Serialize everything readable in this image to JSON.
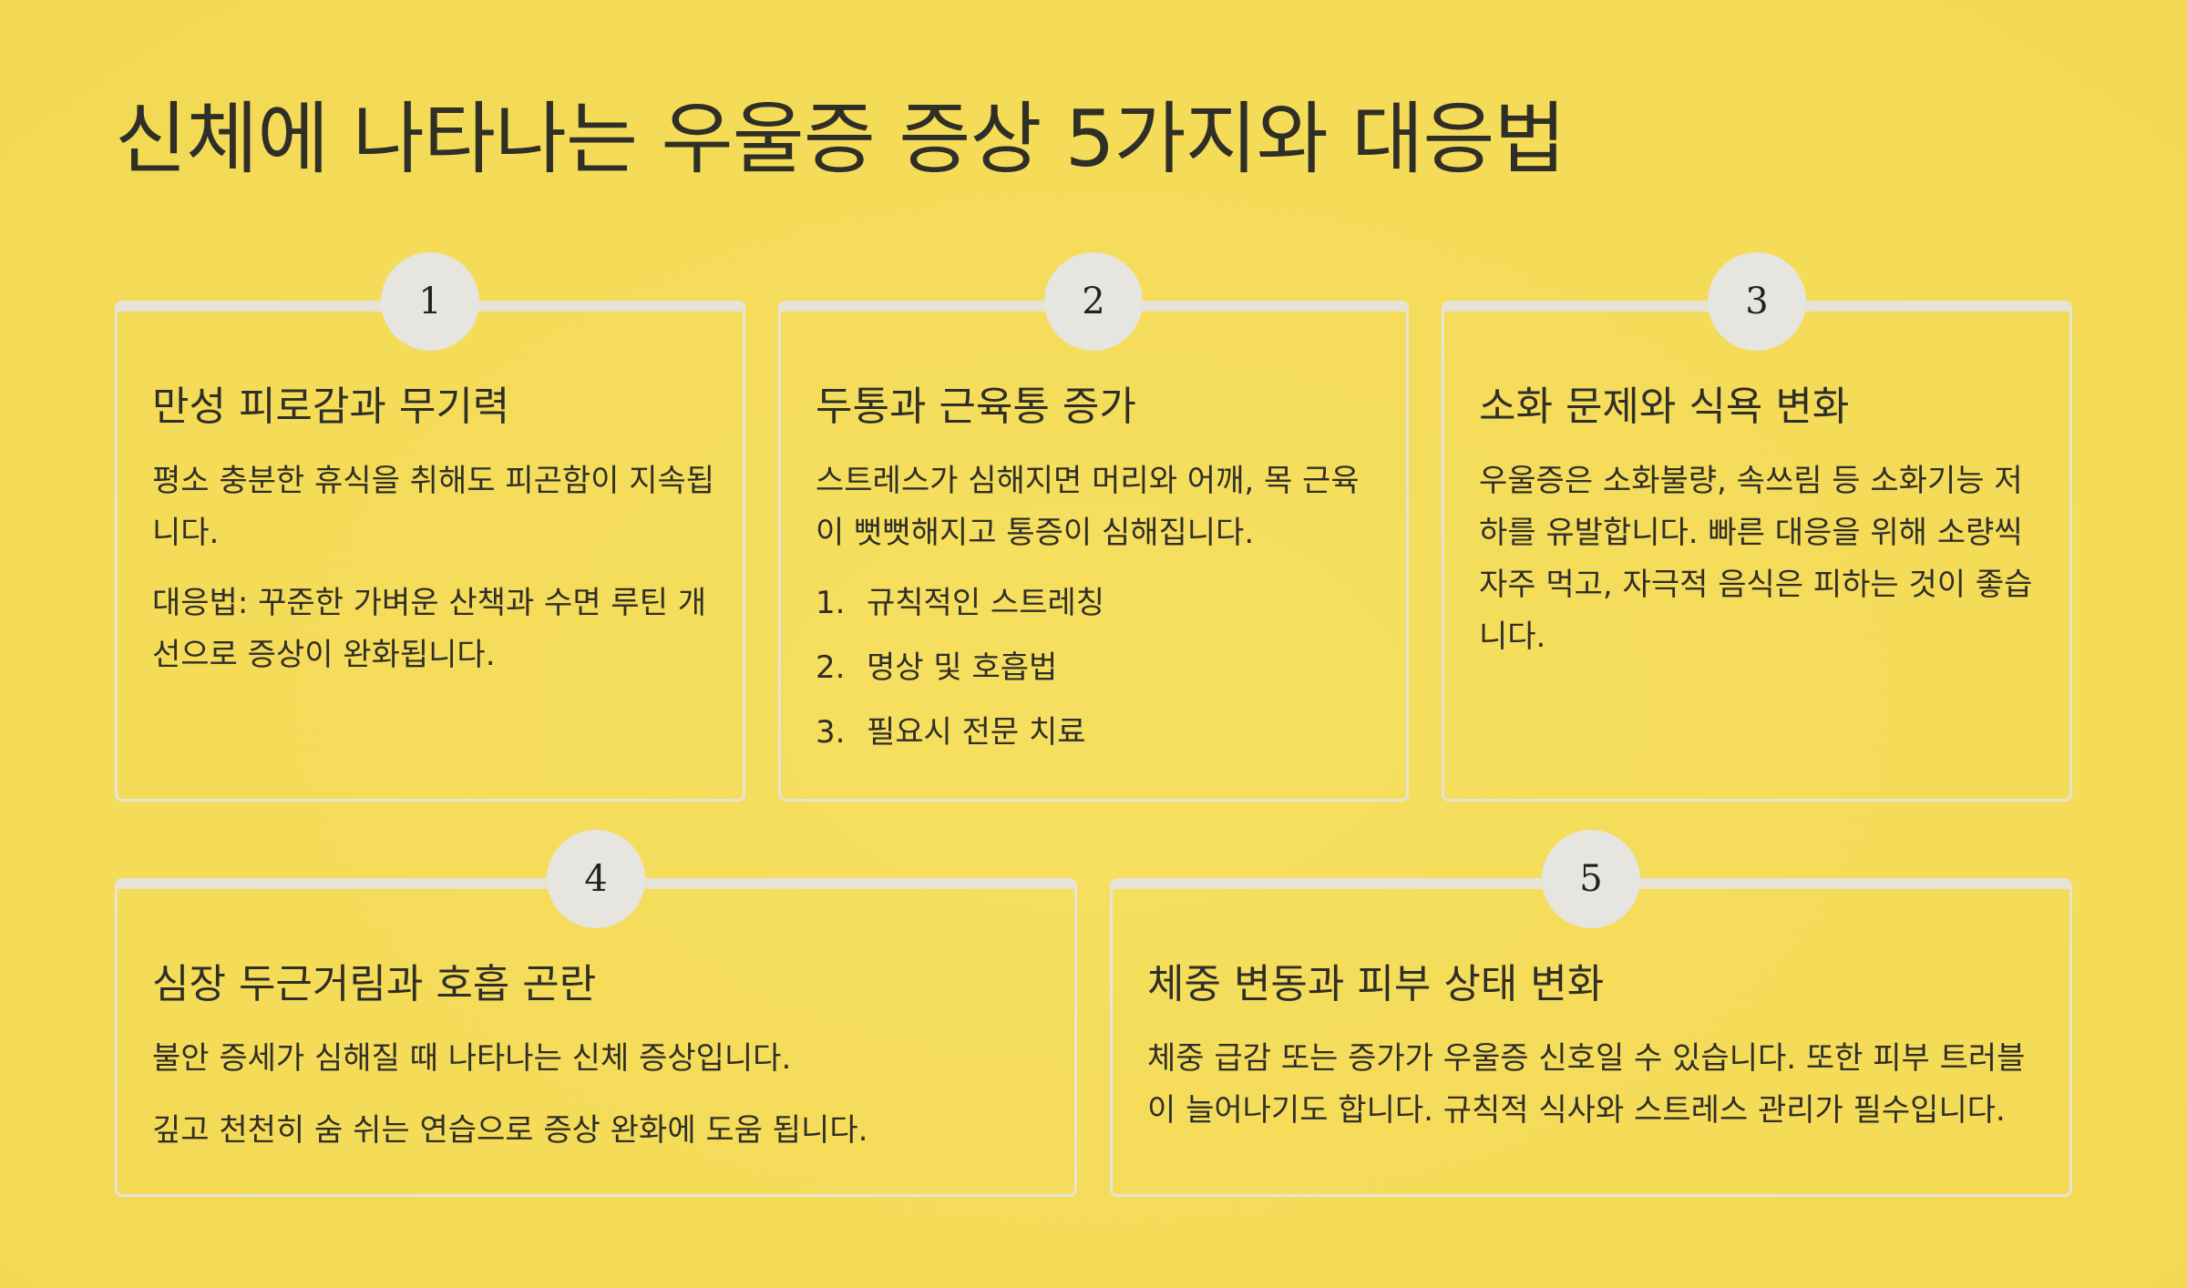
{
  "title": "신체에 나타나는 우울증 증상 5가지와 대응법",
  "cards": [
    {
      "number": "1",
      "heading": "만성 피로감과 무기력",
      "paragraphs": [
        "평소 충분한 휴식을 취해도 피곤함이 지속됩니다.",
        "대응법: 꾸준한 가벼운 산책과 수면 루틴 개선으로 증상이 완화됩니다."
      ]
    },
    {
      "number": "2",
      "heading": "두통과 근육통 증가",
      "paragraphs": [
        "스트레스가 심해지면 머리와 어깨, 목 근육이 뻣뻣해지고 통증이 심해집니다."
      ],
      "list": [
        {
          "num": "1.",
          "text": "규칙적인 스트레칭"
        },
        {
          "num": "2.",
          "text": "명상 및 호흡법"
        },
        {
          "num": "3.",
          "text": "필요시 전문 치료"
        }
      ]
    },
    {
      "number": "3",
      "heading": "소화 문제와 식욕 변화",
      "paragraphs": [
        "우울증은 소화불량, 속쓰림 등 소화기능 저하를 유발합니다. 빠른 대응을 위해 소량씩 자주 먹고, 자극적 음식은 피하는 것이 좋습니다."
      ]
    },
    {
      "number": "4",
      "heading": "심장 두근거림과 호흡 곤란",
      "paragraphs": [
        "불안 증세가 심해질 때 나타나는 신체 증상입니다.",
        "깊고 천천히 숨 쉬는 연습으로 증상 완화에 도움 됩니다."
      ]
    },
    {
      "number": "5",
      "heading": "체중 변동과 피부 상태 변화",
      "paragraphs": [
        "체중 급감 또는 증가가 우울증 신호일 수 있습니다. 또한 피부 트러블이 늘어나기도 합니다. 규칙적 식사와 스트레스 관리가 필수입니다."
      ]
    }
  ]
}
